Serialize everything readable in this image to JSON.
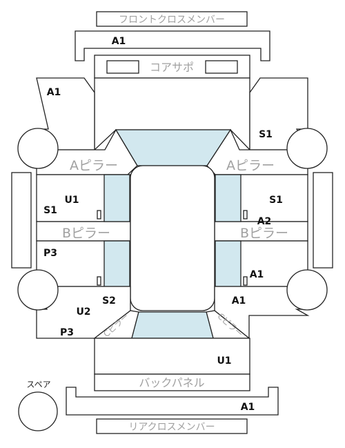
{
  "colors": {
    "outline": "#222222",
    "glass": "#d2e8ef",
    "part_label": "#a0a0a0",
    "code": "#111111"
  },
  "labels": {
    "front_cross_member": "フロントクロスメンバー",
    "core_support": "コアサポ",
    "a_pillar_left": "Aピラー",
    "a_pillar_right": "Aピラー",
    "b_pillar_left": "Bピラー",
    "b_pillar_right": "Bピラー",
    "c_pillar_left": "Cピラー",
    "c_pillar_right": "Cピラー",
    "back_panel": "バックパネル",
    "rear_cross_member": "リアクロスメンバー",
    "spare": "スペア"
  },
  "grades": {
    "front_cross_member": "A1",
    "front_fender_left": "A1",
    "front_fender_right": "S1",
    "front_door_left_top": "U1",
    "front_door_left_bottom": "S1",
    "front_door_right": "S1",
    "rear_door_right_top": "A2",
    "rear_door_left": "P3",
    "rear_door_right_bottom": "A1",
    "rear_fender_left_top": "S2",
    "rear_fender_left_mid": "U2",
    "rear_fender_left_bottom": "P3",
    "rear_fender_right": "A1",
    "trunk": "U1",
    "rear_cross_member": "A1"
  }
}
